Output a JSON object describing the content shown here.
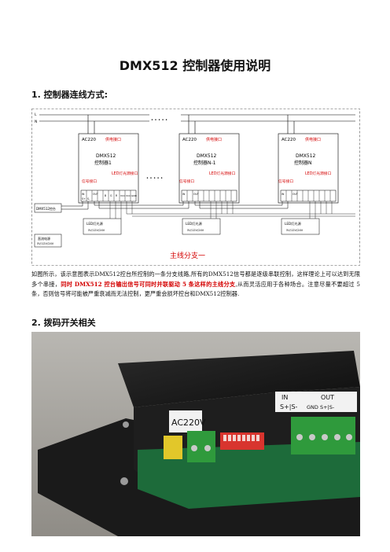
{
  "document": {
    "title": "DMX512 控制器使用说明",
    "section1": "1.  控制器连线方式:",
    "section2": "2.  拨码开关相关",
    "para_before": "如图所示，该示意图表示DMX512控台所控制的一条分支线路,所有的DMX512信号都是逐级串联控制，这样理论上可以达到无限多个串接，",
    "para_highlight": "同时 DMX512 控台输出信号可同时并联驱动 5 条这样的主线分支",
    "para_after": ",从而灵活应用于各种场合。注意尽量不要超过 5 条，否则信号将可能被严重衰减而无法控制，更严重会损坏控台和DMX512控制器."
  },
  "diagram": {
    "line_L": "L",
    "line_N": "N",
    "dots": "• • • • •",
    "controllers": [
      {
        "ac": "AC220",
        "name1": "DMX512",
        "name2": "控制器1",
        "power": "供电接口",
        "signal": "信号接口",
        "led": "LED灯光源接口"
      },
      {
        "ac": "AC220",
        "name1": "DMX512",
        "name2": "控制器N-1",
        "power": "供电接口",
        "signal": "信号接口",
        "led": "LED灯光源接口"
      },
      {
        "ac": "AC220",
        "name1": "DMX512",
        "name2": "控制器N",
        "power": "供电接口",
        "signal": "信号接口",
        "led": "LED灯光源接口"
      }
    ],
    "terminal_labels": [
      "IN",
      "OUT",
      "S+",
      "S-",
      "B",
      "G",
      "R",
      "VCC",
      "VCC",
      "GND"
    ],
    "led_label": "LED灯光源",
    "led_model": "5V/12V/24V",
    "dmx_console": "DMX512控台",
    "dc_source": "直流电源",
    "dc_model": "5V/12V/24V",
    "branch": "主线分支一"
  },
  "photo": {
    "label_ac": "AC220V",
    "label_in": "IN",
    "label_out": "OUT",
    "label_in_pins": "S+|S-",
    "label_out_pins": "GND S+|S-"
  }
}
